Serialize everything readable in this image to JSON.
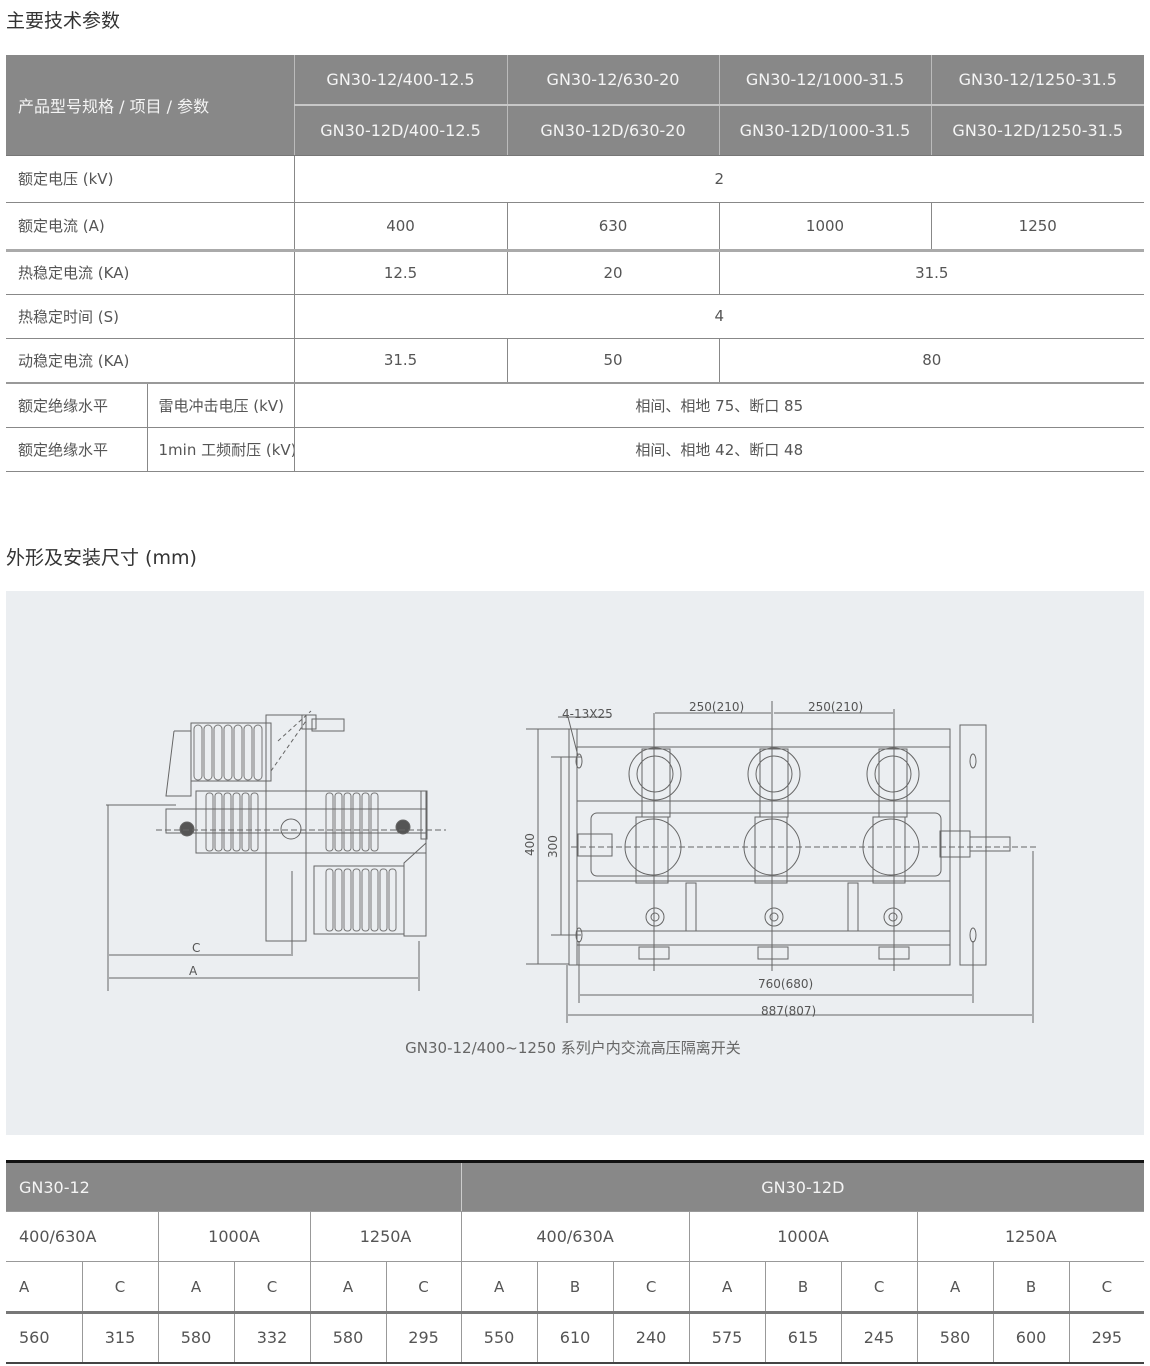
{
  "sections": {
    "spec_title": "主要技术参数",
    "dims_title": "外形及安装尺寸 (mm)"
  },
  "spec_table": {
    "corner_label": "产品型号规格 / 项目 / 参数",
    "models_row1": [
      "GN30-12/400-12.5",
      "GN30-12/630-20",
      "GN30-12/1000-31.5",
      "GN30-12/1250-31.5"
    ],
    "models_row2": [
      "GN30-12D/400-12.5",
      "GN30-12D/630-20",
      "GN30-12D/1000-31.5",
      "GN30-12D/1250-31.5"
    ],
    "rows": {
      "rated_voltage": {
        "label": "额定电压 (kV)",
        "value": "2"
      },
      "rated_current": {
        "label": "额定电流 (A)",
        "values": [
          "400",
          "630",
          "1000",
          "1250"
        ]
      },
      "thermal_current": {
        "label": "热稳定电流 (KA)",
        "values": [
          "12.5",
          "20",
          "31.5"
        ]
      },
      "thermal_time": {
        "label": "热稳定时间 (S)",
        "value": "4"
      },
      "dynamic_current": {
        "label": "动稳定电流 (KA)",
        "values": [
          "31.5",
          "50",
          "80"
        ]
      },
      "lightning_impulse": {
        "group": "额定绝缘水平",
        "label": "雷电冲击电压 (kV)",
        "value": "相间、相地 75、断口 85"
      },
      "power_freq": {
        "group": "额定绝缘水平",
        "label": "1min 工频耐压 (kV)",
        "value": "相间、相地 42、断口 48"
      }
    }
  },
  "figure": {
    "caption": "GN30-12/400~1250 系列户内交流高压隔离开关",
    "side_view": {
      "dim_c": "C",
      "dim_a": "A"
    },
    "front_view": {
      "hole_label": "4-13X25",
      "spacing_1": "250(210)",
      "spacing_2": "250(210)",
      "height_outer": "400",
      "height_inner": "300",
      "width_mount": "760(680)",
      "width_total": "887(807)"
    }
  },
  "dims_table": {
    "group_1": "GN30-12",
    "group_2": "GN30-12D",
    "sub_headers": [
      "400/630A",
      "1000A",
      "1250A",
      "400/630A",
      "1000A",
      "1250A"
    ],
    "letters": [
      "A",
      "C",
      "A",
      "C",
      "A",
      "C",
      "A",
      "B",
      "C",
      "A",
      "B",
      "C",
      "A",
      "B",
      "C"
    ],
    "values": [
      "560",
      "315",
      "580",
      "332",
      "580",
      "295",
      "550",
      "610",
      "240",
      "575",
      "615",
      "245",
      "580",
      "600",
      "295"
    ]
  }
}
